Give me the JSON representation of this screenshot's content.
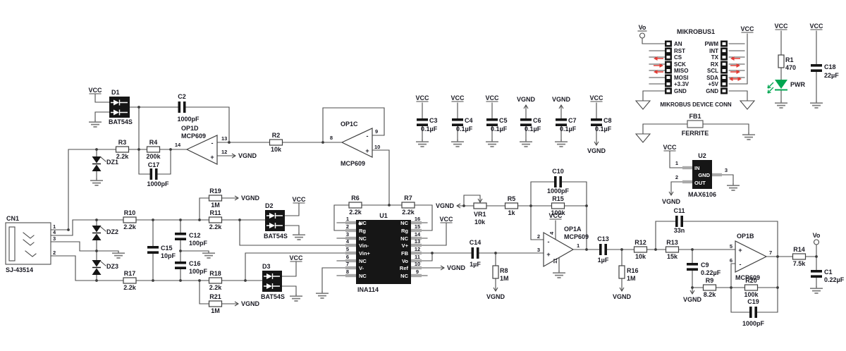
{
  "nets": {
    "vcc": "VCC",
    "vgnd": "VGND",
    "vo": "Vo"
  },
  "marks": {
    "plus": "+",
    "minus": "-"
  },
  "jack": {
    "ref": "CN1",
    "part": "SJ-43514",
    "p1": "1",
    "p4": "4",
    "p3": "3",
    "p2": "2"
  },
  "mikrobus": {
    "title": "MIKROBUS1",
    "caption": "MIKROBUS DEVICE CONN",
    "left": [
      "AN",
      "RST",
      "CS",
      "SCK",
      "MISO",
      "MOSI",
      "+3.3V",
      "GND"
    ],
    "right": [
      "PWM",
      "INT",
      "TX",
      "RX",
      "SCL",
      "SDA",
      "+5V",
      "GND"
    ]
  },
  "ics": {
    "u1": {
      "ref": "U1",
      "part": "INA114",
      "left": [
        {
          "n": "1",
          "t": "NC"
        },
        {
          "n": "2",
          "t": "Rg"
        },
        {
          "n": "3",
          "t": "NC"
        },
        {
          "n": "4",
          "t": "Vin-"
        },
        {
          "n": "5",
          "t": "Vin+"
        },
        {
          "n": "6",
          "t": "NC"
        },
        {
          "n": "7",
          "t": "V-"
        },
        {
          "n": "8",
          "t": "NC"
        }
      ],
      "right": [
        {
          "n": "16",
          "t": "NC"
        },
        {
          "n": "15",
          "t": "Rg"
        },
        {
          "n": "14",
          "t": "NC"
        },
        {
          "n": "13",
          "t": "V+"
        },
        {
          "n": "12",
          "t": "FB"
        },
        {
          "n": "11",
          "t": "Vo"
        },
        {
          "n": "10",
          "t": "Ref"
        },
        {
          "n": "9",
          "t": "NC"
        }
      ]
    },
    "u2": {
      "ref": "U2",
      "part": "MAX6106",
      "p1": "1",
      "p2": "2",
      "p3": "3",
      "in": "IN",
      "gnd": "GND",
      "out": "OUT"
    }
  },
  "opamps": {
    "op1a": {
      "ref": "OP1A",
      "part": "MCP609",
      "out": "1",
      "inv": "2",
      "non": "3",
      "vp": "4",
      "vm": "11"
    },
    "op1b": {
      "ref": "OP1B",
      "part": "MCP609",
      "non": "5",
      "inv": "6",
      "out": "7"
    },
    "op1c": {
      "ref": "OP1C",
      "part": "MCP609",
      "out": "8",
      "inv": "9",
      "non": "10"
    },
    "op1d": {
      "ref": "OP1D",
      "part": "MCP609",
      "non": "12",
      "inv": "13",
      "out": "14"
    }
  },
  "resistors": {
    "r1": {
      "ref": "R1",
      "val": "470"
    },
    "r2": {
      "ref": "R2",
      "val": "10k"
    },
    "r3": {
      "ref": "R3",
      "val": "2.2k"
    },
    "r4": {
      "ref": "R4",
      "val": "200k"
    },
    "r5": {
      "ref": "R5",
      "val": "1k"
    },
    "r6": {
      "ref": "R6",
      "val": "2.2k"
    },
    "r7": {
      "ref": "R7",
      "val": "2.2k"
    },
    "r8": {
      "ref": "R8",
      "val": "1M"
    },
    "r9": {
      "ref": "R9",
      "val": "8.2k"
    },
    "r10": {
      "ref": "R10",
      "val": "2.2k"
    },
    "r11": {
      "ref": "R11",
      "val": "2.2k"
    },
    "r12": {
      "ref": "R12",
      "val": "10k"
    },
    "r13": {
      "ref": "R13",
      "val": "15k"
    },
    "r14": {
      "ref": "R14",
      "val": "7.5k"
    },
    "r15": {
      "ref": "R15",
      "val": "100k"
    },
    "r16": {
      "ref": "R16",
      "val": "1M"
    },
    "r17": {
      "ref": "R17",
      "val": "2.2k"
    },
    "r18": {
      "ref": "R18",
      "val": "2.2k"
    },
    "r19": {
      "ref": "R19",
      "val": "1M"
    },
    "r20": {
      "ref": "R20",
      "val": "100k"
    },
    "r21": {
      "ref": "R21",
      "val": "1M"
    },
    "vr1": {
      "ref": "VR1",
      "val": "10k"
    }
  },
  "capacitors": {
    "c1": {
      "ref": "C1",
      "val": "0.22µF"
    },
    "c2": {
      "ref": "C2",
      "val": "1000pF"
    },
    "c3": {
      "ref": "C3",
      "val": "0.1µF"
    },
    "c4": {
      "ref": "C4",
      "val": "0.1µF"
    },
    "c5": {
      "ref": "C5",
      "val": "0.1µF"
    },
    "c6": {
      "ref": "C6",
      "val": "0.1µF"
    },
    "c7": {
      "ref": "C7",
      "val": "0.1µF"
    },
    "c8": {
      "ref": "C8",
      "val": "0.1µF"
    },
    "c9": {
      "ref": "C9",
      "val": "0.22µF"
    },
    "c10": {
      "ref": "C10",
      "val": "1000pF"
    },
    "c11": {
      "ref": "C11",
      "val": "33n"
    },
    "c12": {
      "ref": "C12",
      "val": "100pF"
    },
    "c13": {
      "ref": "C13",
      "val": "1µF"
    },
    "c14": {
      "ref": "C14",
      "val": "1µF"
    },
    "c15": {
      "ref": "C15",
      "val": "10pF"
    },
    "c16": {
      "ref": "C16",
      "val": "100pF"
    },
    "c17": {
      "ref": "C17",
      "val": "1000pF"
    },
    "c18": {
      "ref": "C18",
      "val": "22µF"
    },
    "c19": {
      "ref": "C19",
      "val": "1000pF"
    }
  },
  "diodes": {
    "d1": {
      "ref": "D1",
      "part": "BAT54S"
    },
    "d2": {
      "ref": "D2",
      "part": "BAT54S"
    },
    "d3": {
      "ref": "D3",
      "part": "BAT54S"
    },
    "dz1": {
      "ref": "DZ1"
    },
    "dz2": {
      "ref": "DZ2"
    },
    "dz3": {
      "ref": "DZ3"
    }
  },
  "led": {
    "label": "PWR"
  },
  "ferrite": {
    "ref": "FB1",
    "val": "FERRITE"
  }
}
